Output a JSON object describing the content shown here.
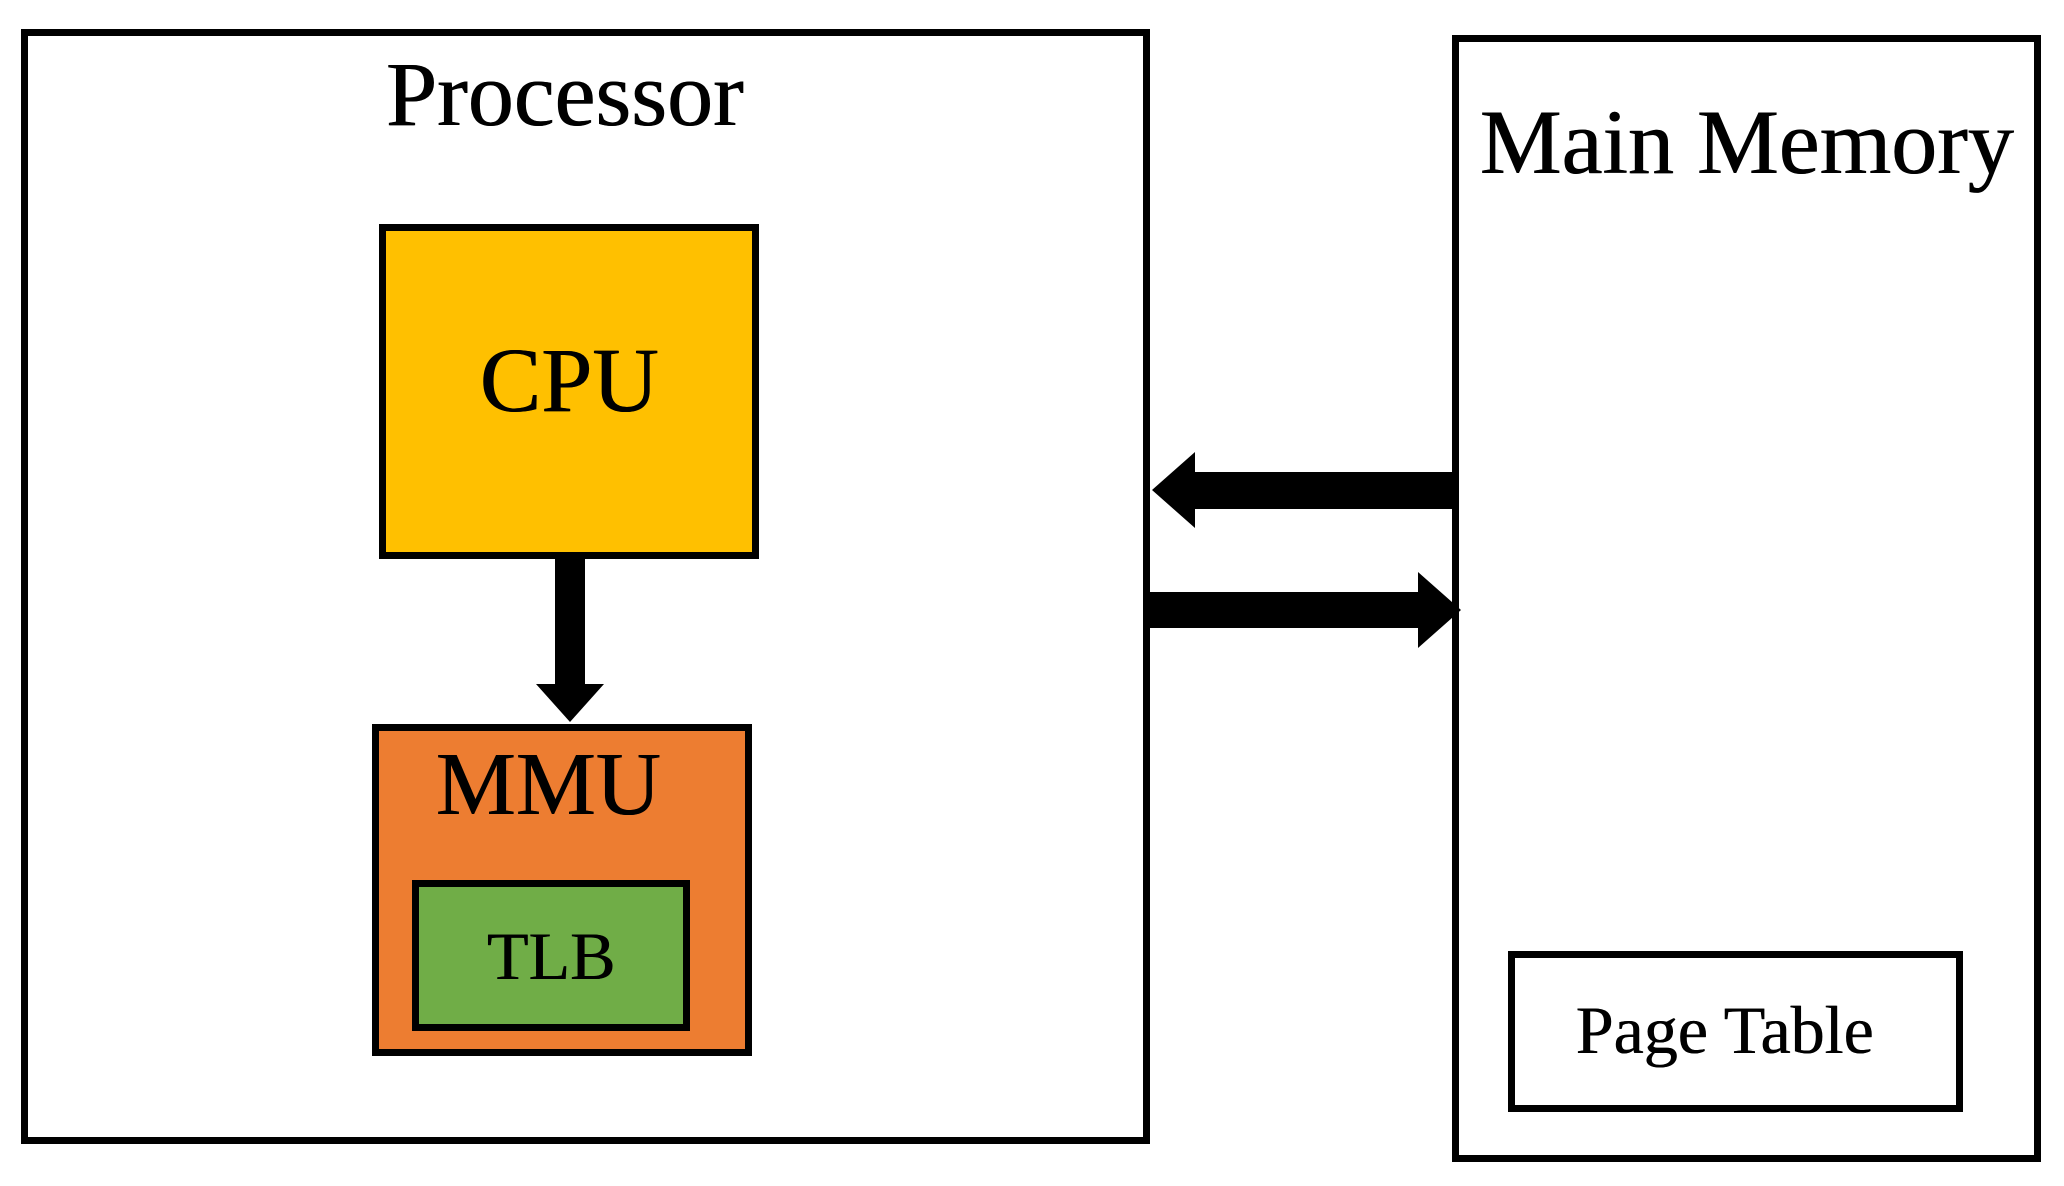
{
  "diagram": {
    "processor": {
      "label": "Processor"
    },
    "main_memory": {
      "label": "Main Memory"
    },
    "cpu": {
      "label": "CPU",
      "fill": "#FFC000"
    },
    "mmu": {
      "label": "MMU",
      "fill": "#ED7D31"
    },
    "tlb": {
      "label": "TLB",
      "fill": "#70AD47"
    },
    "page_table": {
      "label": "Page Table"
    },
    "colors": {
      "border": "#000000",
      "background": "#FFFFFF",
      "arrow": "#000000"
    },
    "connections": [
      {
        "from": "cpu",
        "to": "mmu"
      },
      {
        "from": "main_memory",
        "to": "processor"
      },
      {
        "from": "processor",
        "to": "main_memory"
      }
    ]
  }
}
